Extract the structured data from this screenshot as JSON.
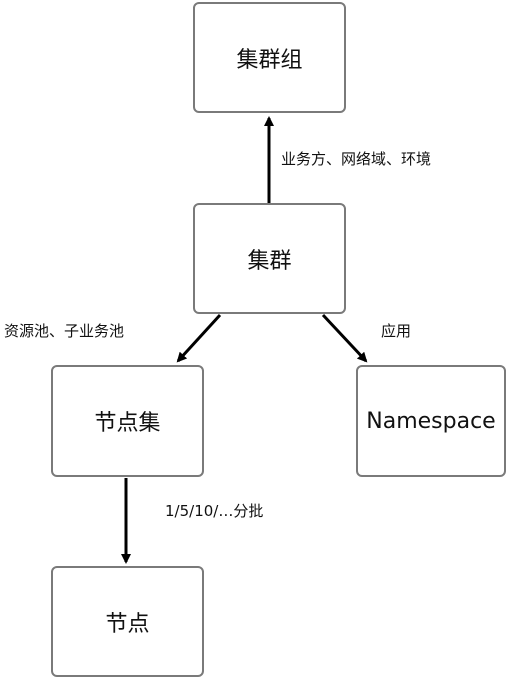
{
  "nodes": {
    "cluster_group": "集群组",
    "cluster": "集群",
    "node_set": "节点集",
    "namespace": "Namespace",
    "node": "节点"
  },
  "edges": {
    "cluster_to_group": "业务方、网络域、环境",
    "cluster_to_node_set": "资源池、子业务池",
    "cluster_to_namespace": "应用",
    "node_set_to_node": "1/5/10/…分批"
  }
}
